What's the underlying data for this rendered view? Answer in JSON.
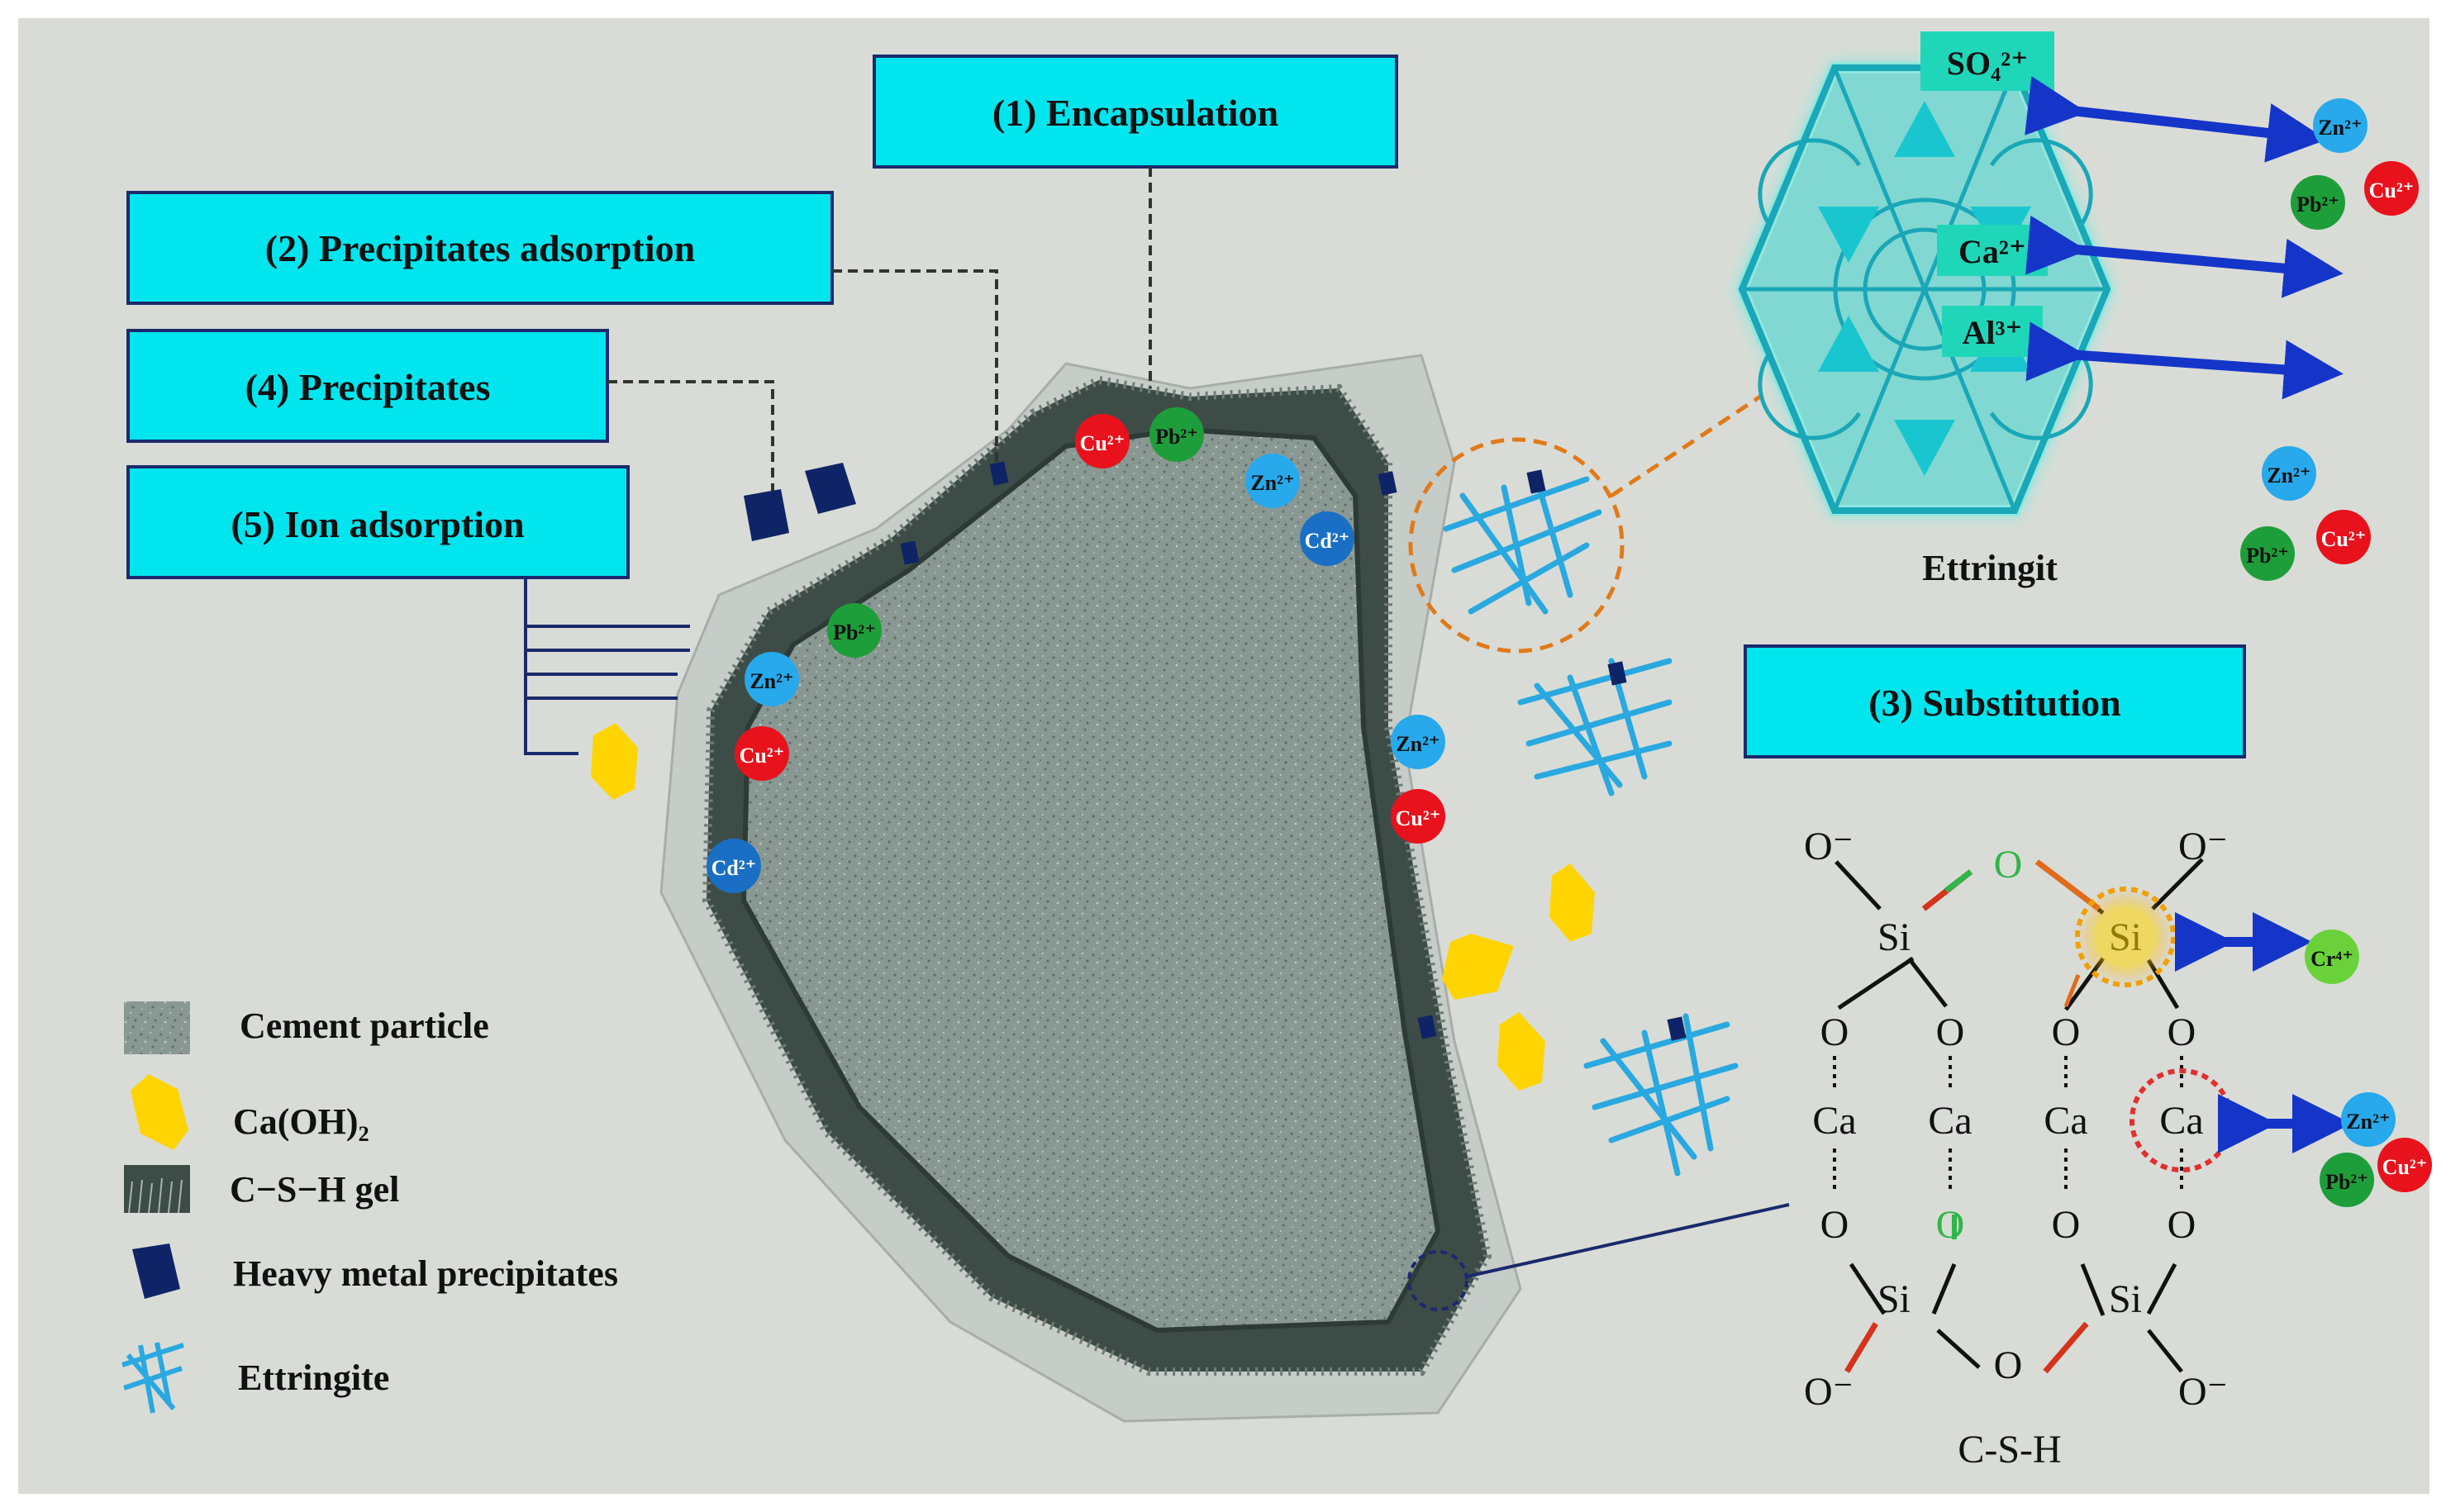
{
  "mechanisms": {
    "encapsulation": "(1) Encapsulation",
    "precipitates_adsorption": "(2) Precipitates adsorption",
    "substitution": "(3)  Substitution",
    "precipitates": "(4) Precipitates",
    "ion_adsorption": "(5)  Ion adsorption"
  },
  "ions": {
    "cu": "Cu²⁺",
    "pb": "Pb²⁺",
    "zn": "Zn²⁺",
    "cd": "Cd²⁺",
    "cr": "Cr⁴⁺"
  },
  "ettringite_panel": {
    "label": "Ettringit",
    "so4": "SO₄²⁺",
    "ca": "Ca²⁺",
    "al": "Al³⁺"
  },
  "csh_panel": {
    "o_minus": "O⁻",
    "o": "O",
    "si": "Si",
    "ca": "Ca",
    "label": "C-S-H"
  },
  "legend": {
    "cement_particle": "Cement particle",
    "caoh2": "Ca(OH)₂",
    "csh_gel": "C−S−H gel",
    "heavy_metal_precipitates": "Heavy metal precipitates",
    "ettringite": "Ettringite"
  },
  "colors": {
    "label_box_fill": "#00e5ee",
    "label_box_border": "#1a2a6c",
    "cu_ion": "#e8121c",
    "pb_ion": "#1e9e3a",
    "zn_ion": "#27a9ec",
    "cd_ion": "#1a6fc4",
    "cr_ion": "#6bd13b",
    "caoh2": "#ffd400",
    "precipitate": "#0f2466",
    "ettringite_needles": "#2aa8e0",
    "arrow": "#1535c9",
    "background": "#d9dcd6"
  }
}
